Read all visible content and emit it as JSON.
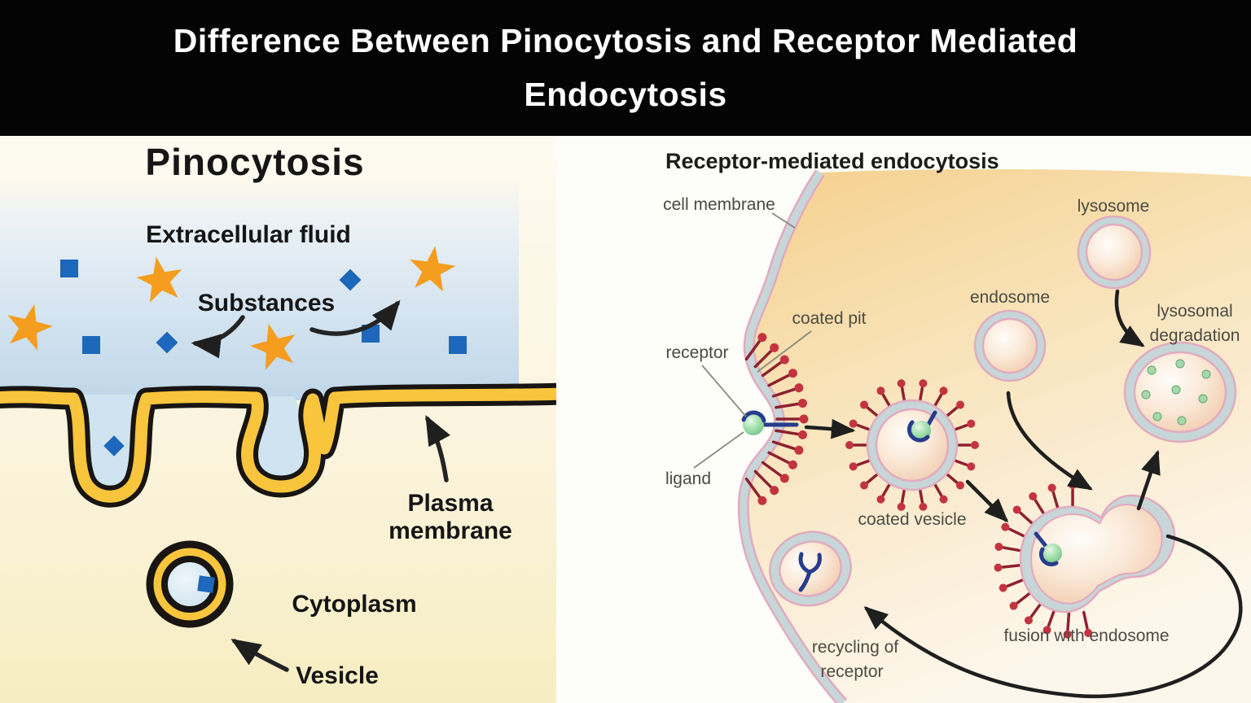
{
  "header": {
    "title_line1": "Difference Between Pinocytosis and Receptor Mediated",
    "title_line2": "Endocytosis",
    "bg_color": "#040404",
    "text_color": "#ffffff"
  },
  "left_panel": {
    "title": "Pinocytosis",
    "labels": {
      "extracellular_fluid": "Extracellular fluid",
      "substances": "Substances",
      "plasma_membrane": [
        "Plasma",
        "membrane"
      ],
      "cytoplasm": "Cytoplasm",
      "vesicle": "Vesicle"
    },
    "substance_shapes": [
      "square",
      "diamond",
      "star"
    ],
    "colors": {
      "membrane_yellow": "#f8c53d",
      "outline_black": "#181512",
      "fluid_blue": "#bfd7e9",
      "cytoplasm_cream": "#f8efc5",
      "substance_blue": "#1d67bc",
      "substance_orange": "#f59d1e"
    }
  },
  "right_panel": {
    "title": "Receptor-mediated endocytosis",
    "labels": {
      "cell_membrane": "cell membrane",
      "coated_pit": "coated pit",
      "receptor": "receptor",
      "ligand": "ligand",
      "coated_vesicle": "coated vesicle",
      "endosome": "endosome",
      "lysosome": "lysosome",
      "lysosomal_degradation": [
        "lysosomal",
        "degradation"
      ],
      "fusion_with_endosome": "fusion with endosome",
      "recycling_of_receptor": [
        "recycling of",
        "receptor"
      ]
    },
    "colors": {
      "cell_fill": "#f5d08e",
      "membrane_coat": "#c7d6d8",
      "membrane_edge": "#e2abbf",
      "receptor_red": "#c43440",
      "ligand_green": "#92d9a2",
      "receptor_blue": "#283c8c",
      "label_gray": "#4b4b44"
    }
  }
}
